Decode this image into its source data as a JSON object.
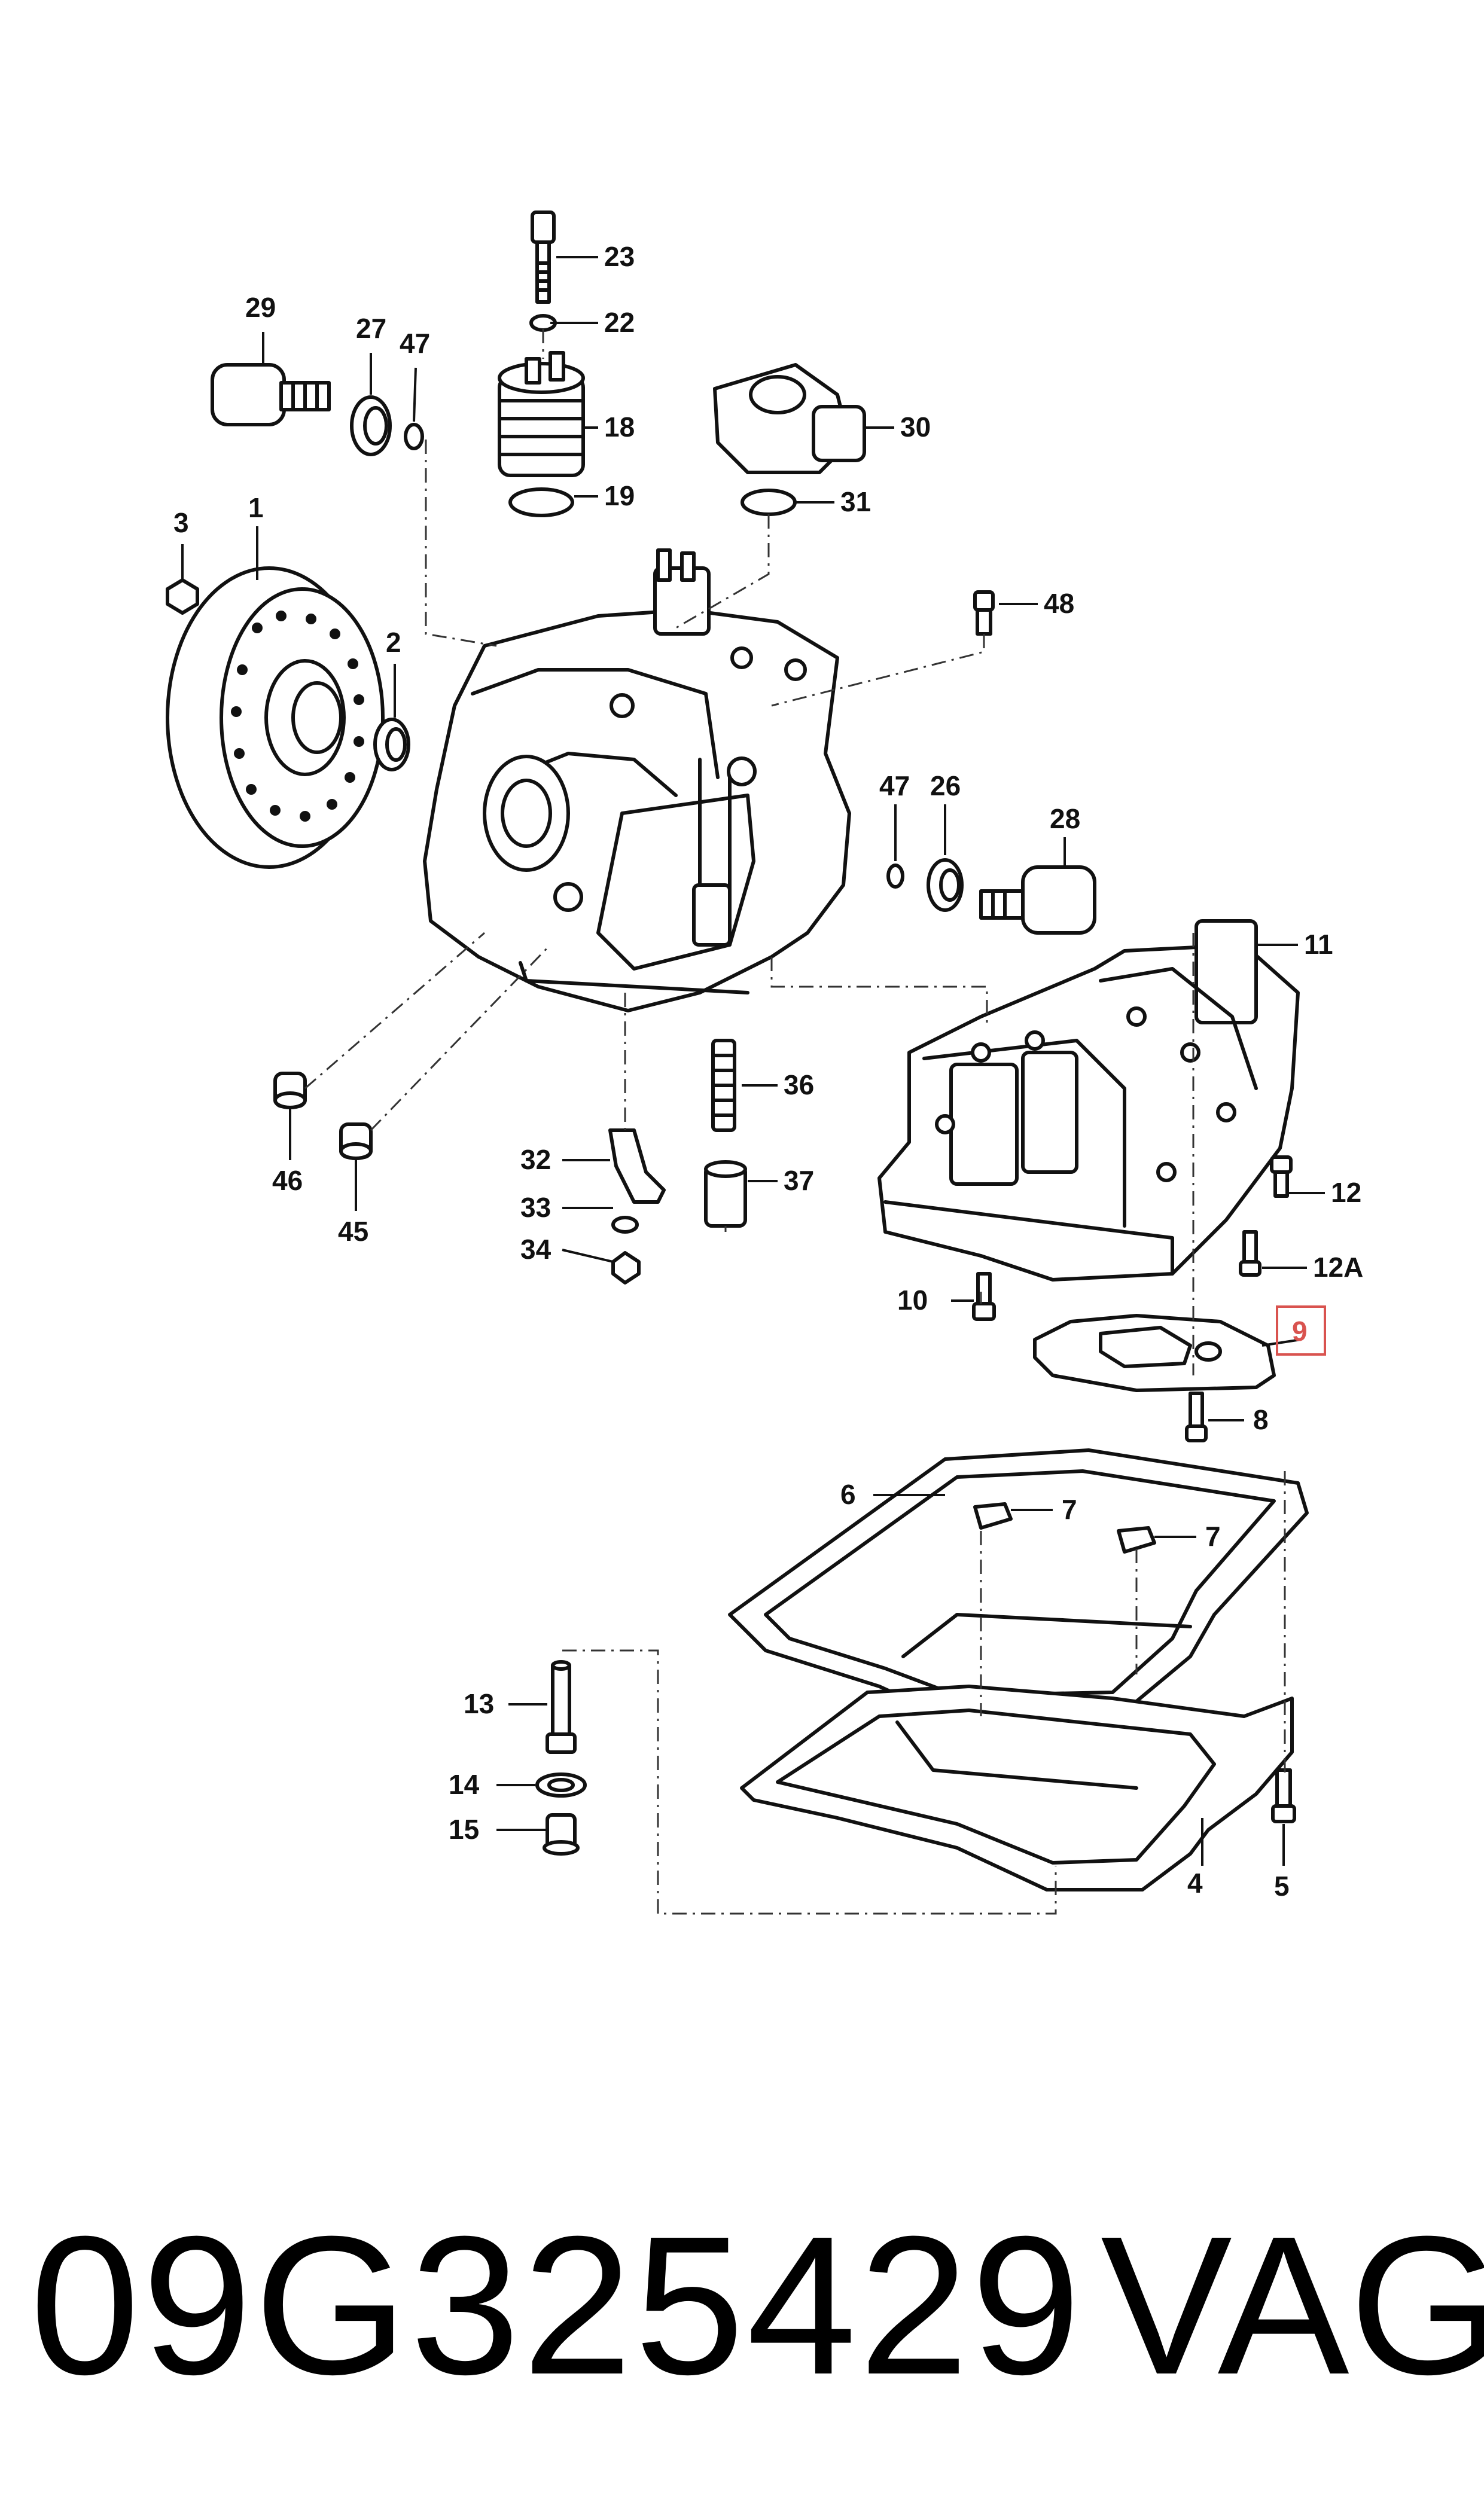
{
  "footer": {
    "part_number": "09G325429",
    "brand": "VAG"
  },
  "highlight_color": "#d9534f",
  "callouts": {
    "c1": "1",
    "c2": "2",
    "c3": "3",
    "c4": "4",
    "c5": "5",
    "c6": "6",
    "c7a": "7",
    "c7b": "7",
    "c8": "8",
    "c9": "9",
    "c10": "10",
    "c11": "11",
    "c12": "12",
    "c12a": "12A",
    "c13": "13",
    "c14": "14",
    "c15": "15",
    "c18": "18",
    "c19": "19",
    "c22": "22",
    "c23": "23",
    "c26": "26",
    "c27": "27",
    "c28": "28",
    "c29": "29",
    "c30": "30",
    "c31": "31",
    "c32": "32",
    "c33": "33",
    "c34": "34",
    "c36": "36",
    "c37": "37",
    "c45": "45",
    "c46": "46",
    "c47a": "47",
    "c47b": "47",
    "c48": "48"
  }
}
